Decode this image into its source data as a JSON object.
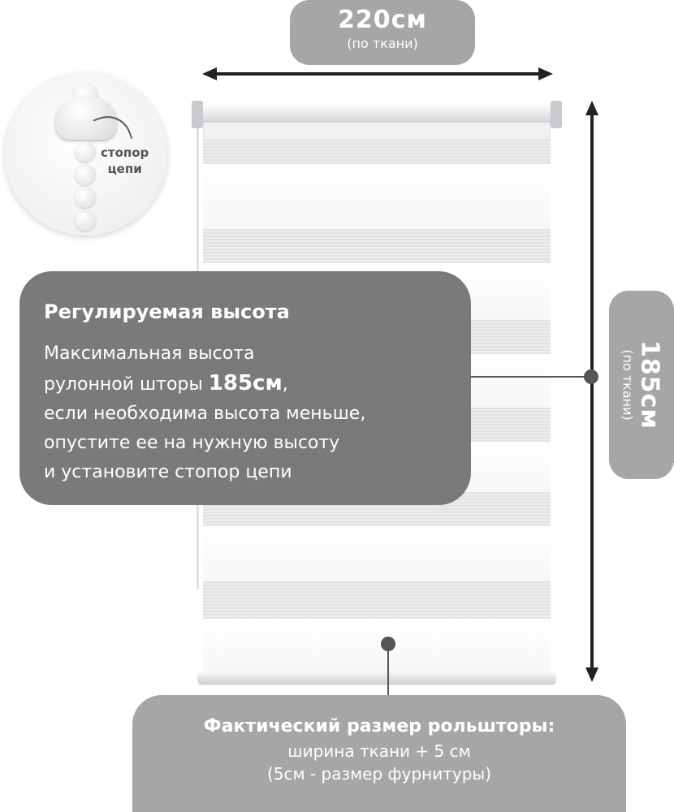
{
  "width_label": {
    "value": "220см",
    "note": "(по ткани)"
  },
  "height_label": {
    "value": "185см",
    "note": "(по ткани)"
  },
  "main_box": {
    "heading": "Регулируемая высота",
    "line1": "Максимальная высота",
    "line2_prefix": "рулонной шторы ",
    "line2_highlight": "185см",
    "line2_suffix": ",",
    "line3": "если необходима высота меньше,",
    "line4": "опустите ее на нужную высоту",
    "line5": "и установите стопор цепи"
  },
  "bottom_box": {
    "heading": "Фактический размер рольшторы:",
    "line2": "ширина ткани + 5 см",
    "line3": "(5см - размер фурнитуры)"
  },
  "inset": {
    "label_line1": "стопор",
    "label_line2": "цепи"
  },
  "colors": {
    "label_bg": "#a6a6a6",
    "textbox_bg": "#707070",
    "arrow": "#222222",
    "fabric": "#f1f1f1"
  }
}
